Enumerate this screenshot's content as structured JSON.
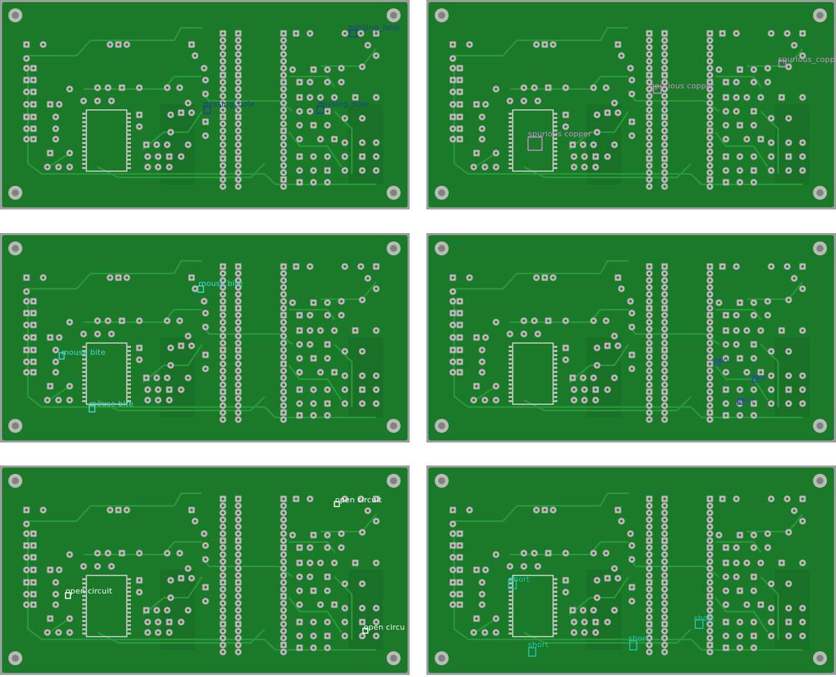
{
  "panels": [
    {
      "defect": "missing hole",
      "color": "#1a3f8f",
      "detections": [
        {
          "label": "missing_hole"
        },
        {
          "label": "missing_hole"
        },
        {
          "label": "missing_hole"
        }
      ]
    },
    {
      "defect": "spurious copper",
      "color": "#c891c8",
      "detections": [
        {
          "label": "spurious_copper"
        },
        {
          "label": "spurious copper"
        },
        {
          "label": "spurious copper"
        }
      ]
    },
    {
      "defect": "mouse bite",
      "color": "#4fd7d7",
      "detections": [
        {
          "label": "mouse bite"
        },
        {
          "label": "mouse bite"
        },
        {
          "label": "mouse bite"
        }
      ]
    },
    {
      "defect": "spur",
      "color": "#2a4a9a",
      "detections": [
        {
          "label": "spur"
        },
        {
          "label": "spur"
        },
        {
          "label": "spur"
        }
      ]
    },
    {
      "defect": "open circuit",
      "color": "#ffffff",
      "detections": [
        {
          "label": "open circuit"
        },
        {
          "label": "open circuit"
        },
        {
          "label": "open circu"
        }
      ]
    },
    {
      "defect": "short",
      "color": "#1ec7b0",
      "detections": [
        {
          "label": "short"
        },
        {
          "label": "short"
        },
        {
          "label": "short"
        },
        {
          "label": "short"
        }
      ]
    }
  ],
  "colors": {
    "board": "#1b7a2a",
    "board_dark": "#146021",
    "trace": "#2b9a3a",
    "pad": "#b9bcb6",
    "hole": "#4c544c"
  }
}
